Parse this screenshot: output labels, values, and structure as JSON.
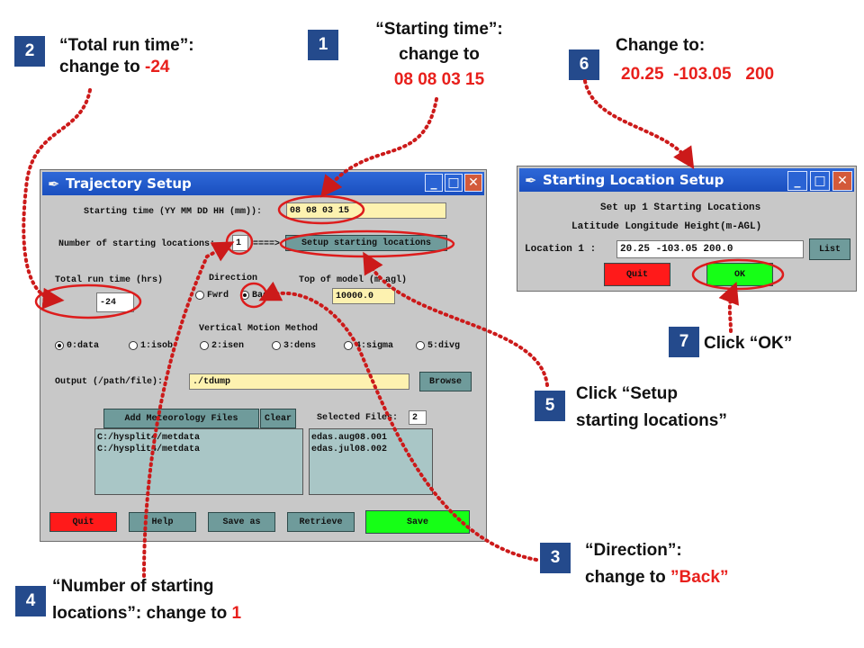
{
  "steps": [
    {
      "num": "1",
      "line1": "“Starting time”:",
      "line2": "change to",
      "line3": "08 08 03 15"
    },
    {
      "num": "2",
      "line1": "“Total run time”:",
      "line2": "change to ",
      "line2_red": "-24"
    },
    {
      "num": "3",
      "line1": "“Direction”:",
      "line2": "change to ",
      "line2_red": "”Back”"
    },
    {
      "num": "4",
      "line1": "“Number of starting",
      "line2": "locations”: change to ",
      "line2_red": "1"
    },
    {
      "num": "5",
      "line1": "Click “Setup",
      "line2": "starting locations”"
    },
    {
      "num": "6",
      "line1": "Change to:",
      "line2": "20.25  -103.05   200"
    },
    {
      "num": "7",
      "line1": "Click “OK”"
    }
  ],
  "trajectory_window": {
    "title": "Trajectory Setup",
    "starting_time_label": "Starting time (YY MM DD HH (mm)):",
    "starting_time_value": "08 08 03 15",
    "num_locations_label": "Number of starting locations:",
    "num_locations_value": "1",
    "arrow": "====>",
    "setup_locations_button": "Setup starting locations",
    "total_run_time_label": "Total run time (hrs)",
    "total_run_time_value": "-24",
    "direction_label": "Direction",
    "direction_fwrd": "Fwrd",
    "direction_back": "Back",
    "top_of_model_label": "Top of model (m agl)",
    "top_of_model_value": "10000.0",
    "vertical_motion_label": "Vertical Motion Method",
    "vertical_options": [
      "0:data",
      "1:isob",
      "2:isen",
      "3:dens",
      "4:sigma",
      "5:divg"
    ],
    "output_label": "Output (/path/file):",
    "output_value": "./tdump",
    "browse_button": "Browse",
    "add_met_button": "Add Meteorology Files",
    "clear_button": "Clear",
    "selected_files_label": "Selected Files:",
    "selected_files_value": "2",
    "met_paths": [
      "C:/hysplit4/metdata",
      "C:/hysplit4/metdata"
    ],
    "met_files": [
      "edas.aug08.001",
      "edas.jul08.002"
    ],
    "bottom_buttons": {
      "quit": "Quit",
      "help": "Help",
      "save_as": "Save as",
      "retrieve": "Retrieve",
      "save": "Save"
    }
  },
  "location_window": {
    "title": "Starting Location Setup",
    "header1": "Set up 1 Starting Locations",
    "header2": "Latitude Longitude Height(m-AGL)",
    "location_label": "Location 1 :",
    "location_value": "20.25   -103.05  200.0",
    "list_button": "List",
    "quit_button": "Quit",
    "ok_button": "OK"
  },
  "window_controls": {
    "minimize": "_",
    "maximize": "□",
    "close": "✕"
  },
  "colors": {
    "badge": "#244a8c",
    "callout_red": "#e8201c",
    "arrow": "#cc1a1a",
    "titlebar": "#1a4fbf"
  }
}
